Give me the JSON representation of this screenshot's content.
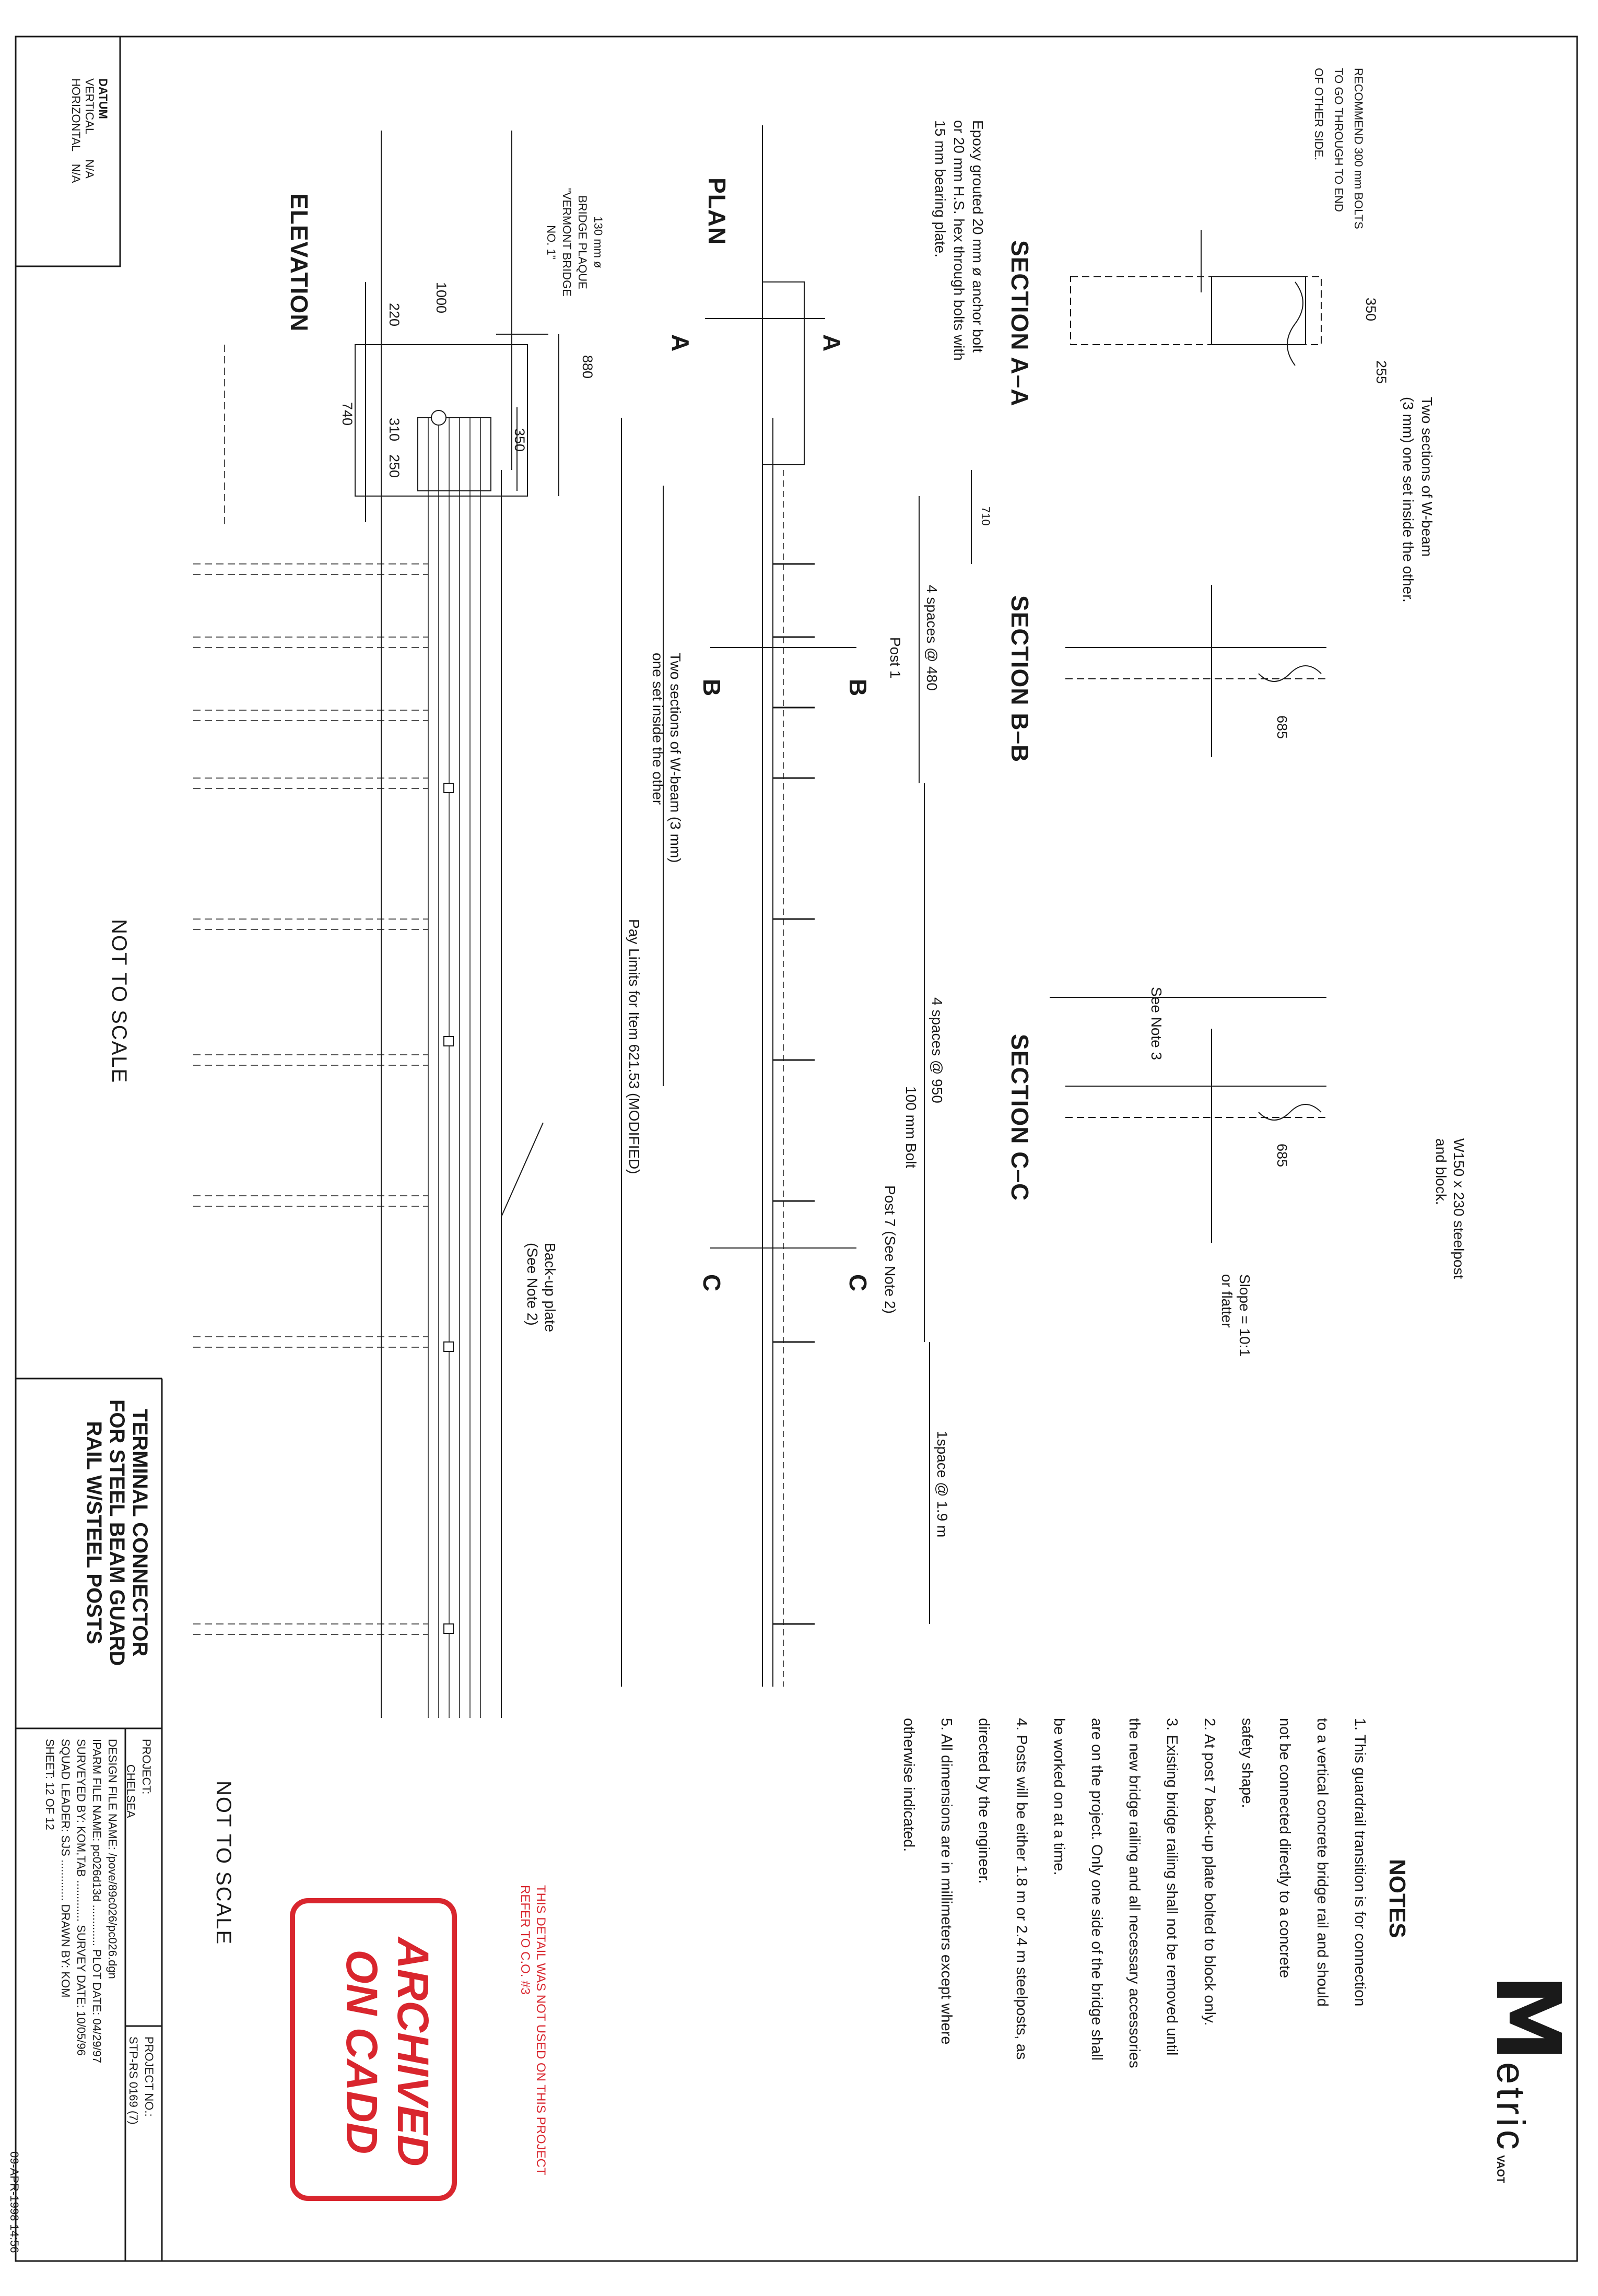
{
  "datum": {
    "heading": "DATUM",
    "vertical_label": "VERTICAL",
    "vertical_value": "N/A",
    "horizontal_label": "HORIZONTAL",
    "horizontal_value": "N/A"
  },
  "views": {
    "section_aa": "SECTION A–A",
    "section_bb": "SECTION B–B",
    "section_cc": "SECTION C–C",
    "plan": "PLAN",
    "elevation": "ELEVATION"
  },
  "section_aa": {
    "bolt_note": [
      "RECOMMEND 300 mm BOLTS",
      "TO GO THROUGH TO END",
      "OF OTHER SIDE."
    ],
    "dim_350": "350",
    "dim_255": "255",
    "wbeam_note": [
      "Two sections of W-beam",
      "(3 mm) one set inside the other."
    ]
  },
  "section_bb": {
    "dim_685": "685"
  },
  "section_cc": {
    "see_note": "See Note 3",
    "dim_685": "685",
    "post_note": [
      "W150 x 230 steelpost",
      "and block."
    ],
    "slope_note": [
      "Slope = 10:1",
      "or flatter"
    ]
  },
  "plan": {
    "anchor_note": [
      "Epoxy grouted 20 mm ø anchor bolt",
      "or 20 mm H.S. hex through bolts with",
      "15 mm bearing plate."
    ],
    "dim_710": "710",
    "spaces_480": "4 spaces @ 480",
    "post_1": "Post 1",
    "wbeam_note": [
      "Two sections of W-beam (3 mm)",
      "one set inside the other"
    ],
    "spaces_950": "4 spaces @ 950",
    "bolt_100": "100 mm Bolt",
    "post_7": "Post 7 (See Note 2)",
    "space_19": "1space @ 1.9 m",
    "pay_limits": "Pay Limits for Item 621.53 (MODIFIED)",
    "marker_a": "A",
    "marker_b": "B",
    "marker_c": "C"
  },
  "elevation": {
    "dim_1000": "1000",
    "dim_220": "220",
    "dim_310": "310",
    "dim_250": "250",
    "dim_880": "880",
    "dim_740": "740",
    "dim_350": "350",
    "plaque_note": [
      "130 mm ø",
      "BRIDGE PLAQUE",
      "\"VERMONT BRIDGE",
      "NO. 1\""
    ],
    "backup_note": [
      "Back-up plate",
      "(See Note 2)"
    ]
  },
  "not_to_scale": "NOT TO SCALE",
  "notes": {
    "heading": "NOTES",
    "lines": [
      "1. This guardrail transition is for connection",
      "    to a vertical concrete bridge rail and should",
      "    not be connected directly to a concrete",
      "    safety shape.",
      "2. At post 7 back-up plate bolted to block only.",
      "3. Existing bridge railing shall not be removed until",
      "    the new bridge railing and all necessary accessories",
      "    are on the project. Only one side of the bridge shall",
      "    be worked on at a time.",
      "4. Posts will be either 1.8 m or 2.4 m steelposts, as",
      "    directed by the engineer.",
      "5. All dimensions are in millimeters except where",
      "    otherwise indicated."
    ]
  },
  "logo": {
    "mark": "M",
    "word": "etric",
    "agency": "VAOT"
  },
  "stamp": {
    "red_note": [
      "THIS DETAIL WAS NOT USED ON THIS PROJECT",
      "REFER TO C.O. #3"
    ],
    "archived": [
      "ARCHIVED",
      "ON CADD"
    ]
  },
  "title_block": {
    "title": [
      "TERMINAL CONNECTOR",
      "FOR STEEL BEAM GUARD",
      "RAIL W/STEEL POSTS"
    ],
    "project_label": "PROJECT:",
    "project_name": "CHELSEA",
    "project_no_label": "PROJECT NO.:",
    "project_no": "STP-RS 0169 (7)",
    "rows": [
      "DESIGN FILE NAME: /pove/89c026/pc026.dgn",
      "IPARM FILE NAME: pc026d13d ............. PLOT DATE: 04/29/97",
      "SURVEYED BY: KOM,TAB ............. SURVEY DATE: 10/05/96",
      "SQUAD LEADER: SJS ............. DRAWN BY: KOM",
      "SHEET: 12 OF 12"
    ]
  },
  "timestamp": "09-APR-1998 14:56"
}
